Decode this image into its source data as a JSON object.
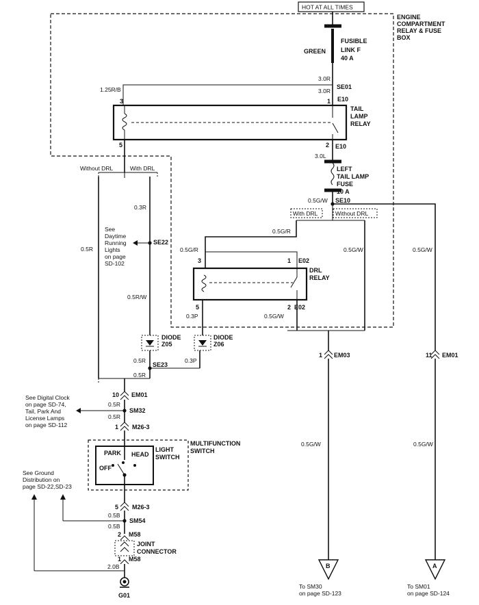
{
  "header": {
    "hot": "HOT AT ALL TIMES"
  },
  "box_title": [
    "ENGINE",
    "COMPARTMENT",
    "RELAY & FUSE",
    "BOX"
  ],
  "fusible": {
    "color": "GREEN",
    "name": [
      "FUSIBLE",
      "LINK F",
      "40 A"
    ]
  },
  "tail_relay": {
    "name": [
      "TAIL",
      "LAMP",
      "RELAY"
    ],
    "pin3": "3",
    "pin1": "1",
    "pin5": "5",
    "pin2": "2"
  },
  "tail_fuse": {
    "name": [
      "LEFT",
      "TAIL LAMP",
      "FUSE",
      "10 A"
    ]
  },
  "drl_relay": {
    "name": [
      "DRL",
      "RELAY"
    ],
    "pin3": "3",
    "pin1": "1",
    "pin5": "5",
    "pin2": "2"
  },
  "connectors": {
    "se01": "SE01",
    "e10a": "E10",
    "e10b": "E10",
    "se10": "SE10",
    "e02a": "E02",
    "e02b": "E02",
    "se22": "SE22",
    "se23": "SE23",
    "em01": "EM01",
    "sm32": "SM32",
    "m263a": "M26-3",
    "m263b": "M26-3",
    "sm54": "SM54",
    "m58a": "M58",
    "m58b": "M58",
    "em03": "EM03",
    "em01r": "EM01",
    "g01": "G01"
  },
  "pins": {
    "em01": "10",
    "m263a": "1",
    "m263b": "5",
    "m58a": "2",
    "m58b": "1",
    "em03": "1",
    "em01r": "11"
  },
  "wires": {
    "w1": "3.0R",
    "w2": "3.0R",
    "w3": "1.25R/B",
    "w4": "3.0L",
    "w5": "0.5G/W",
    "w6": "0.3R",
    "w7": "0.5R",
    "w8": "0.5R/W",
    "w9": "0.5G/R",
    "w10": "0.5G/R",
    "w11": "0.5G/W",
    "w12": "0.3P",
    "w13": "0.5G/W",
    "w14": "0.5G/W",
    "w15": "0.5R",
    "w16": "0.3P",
    "w17": "0.5R",
    "w18": "0.5R",
    "w19": "0.5R",
    "w20": "0.5B",
    "w21": "0.5B",
    "w22": "2.0B",
    "w23": "0.5G/W",
    "w24": "0.5G/W"
  },
  "options": {
    "without_drl": "Without DRL",
    "with_drl": "With DRL",
    "with_drl2": "With DRL",
    "without_drl2": "Without DRL"
  },
  "diodes": {
    "z05": [
      "DIODE",
      "Z05"
    ],
    "z06": [
      "DIODE",
      "Z06"
    ]
  },
  "notes": {
    "drl": [
      "See",
      "Daytime",
      "Running",
      "Lights",
      "on page",
      "SD-102"
    ],
    "clock": [
      "See Digital Clock",
      "on page SD-74,",
      "Tail, Park And",
      "License Lamps",
      "on page SD-112"
    ],
    "ground": [
      "See Ground",
      "Distribution on",
      "page SD-22,SD-23"
    ]
  },
  "switch": {
    "title": [
      "MULTIFUNCTION",
      "SWITCH"
    ],
    "name": [
      "LIGHT",
      "SWITCH"
    ],
    "park": "PARK",
    "head": "HEAD",
    "off": "OFF"
  },
  "joint": [
    "JOINT",
    "CONNECTOR"
  ],
  "arrows": {
    "b": "B",
    "a": "A"
  },
  "to": {
    "b": [
      "To SM30",
      "on page SD-123"
    ],
    "a": [
      "To SM01",
      "on page SD-124"
    ]
  }
}
